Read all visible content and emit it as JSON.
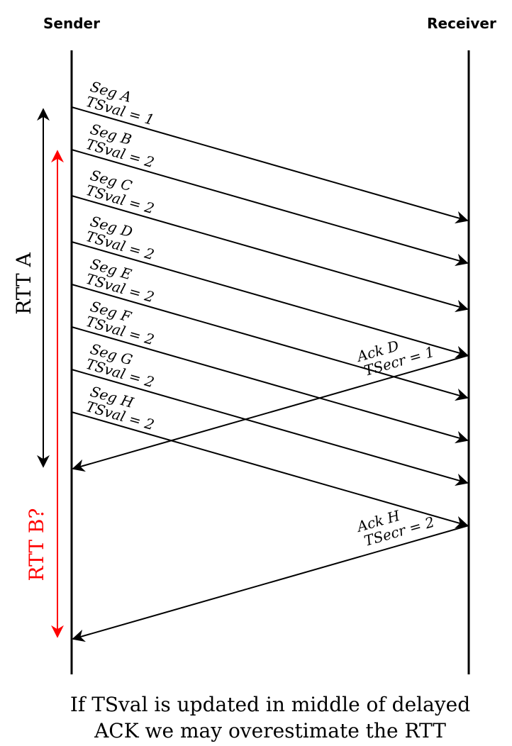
{
  "headers": {
    "sender": "Sender",
    "receiver": "Receiver"
  },
  "segments": [
    {
      "name": "Seg A",
      "tsval": "TSval = 1"
    },
    {
      "name": "Seg B",
      "tsval": "TSval = 2"
    },
    {
      "name": "Seg C",
      "tsval": "TSval = 2"
    },
    {
      "name": "Seg D",
      "tsval": "TSval = 2"
    },
    {
      "name": "Seg E",
      "tsval": "TSval = 2"
    },
    {
      "name": "Seg F",
      "tsval": "TSval = 2"
    },
    {
      "name": "Seg G",
      "tsval": "TSval = 2"
    },
    {
      "name": "Seg H",
      "tsval": "TSval = 2"
    }
  ],
  "acks": [
    {
      "name": "Ack D",
      "tsecr": "TSecr = 1"
    },
    {
      "name": "Ack H",
      "tsecr": "TSecr = 2"
    }
  ],
  "rtt": {
    "a_label": "RTT A",
    "b_label": "RTT B?",
    "a_color": "#000000",
    "b_color": "#ff0000"
  },
  "caption": {
    "line1": "If TSval is updated in middle of delayed",
    "line2": "ACK we may overestimate the RTT"
  }
}
